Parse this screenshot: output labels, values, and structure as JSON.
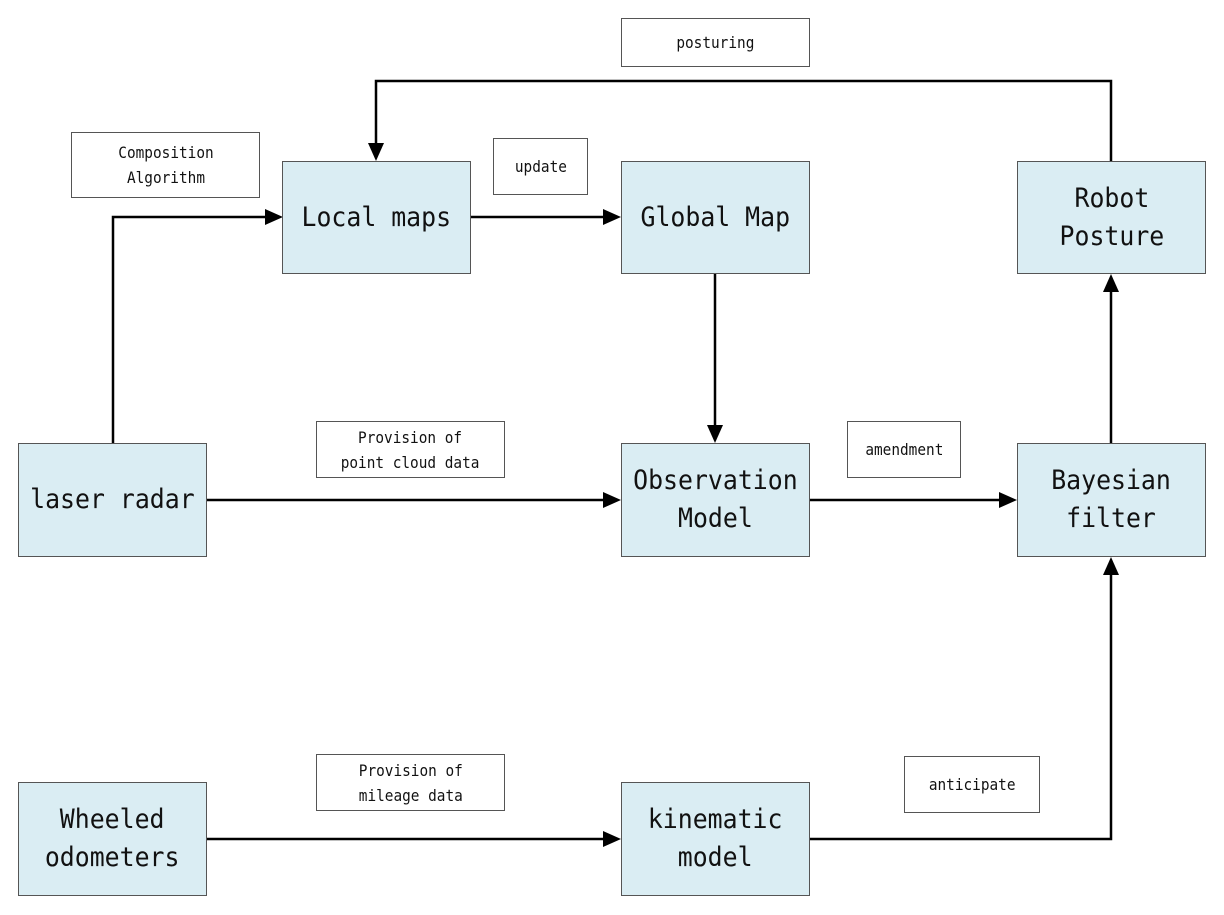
{
  "diagram": {
    "type": "flowchart",
    "colors": {
      "node_fill": "#daedf3",
      "node_border": "#555555",
      "label_fill": "#ffffff",
      "line": "#000000"
    },
    "nodes": {
      "local_maps": "Local maps",
      "global_map": "Global Map",
      "robot_posture": "Robot\nPosture",
      "laser_radar": "laser radar",
      "observation_model": "Observation\nModel",
      "bayesian_filter": "Bayesian\nfilter",
      "wheeled_odometers": "Wheeled\nodometers",
      "kinematic_model": "kinematic\nmodel"
    },
    "labels": {
      "posturing": "posturing",
      "composition_algorithm": "Composition\nAlgorithm",
      "update": "update",
      "point_cloud": "Provision of\npoint cloud data",
      "amendment": "amendment",
      "mileage": "Provision of\nmileage data",
      "anticipate": "anticipate"
    },
    "edges": [
      {
        "from": "laser_radar",
        "to": "local_maps",
        "label": "composition_algorithm"
      },
      {
        "from": "local_maps",
        "to": "global_map",
        "label": "update"
      },
      {
        "from": "global_map",
        "to": "observation_model",
        "label": ""
      },
      {
        "from": "laser_radar",
        "to": "observation_model",
        "label": "point_cloud"
      },
      {
        "from": "observation_model",
        "to": "bayesian_filter",
        "label": "amendment"
      },
      {
        "from": "wheeled_odometers",
        "to": "kinematic_model",
        "label": "mileage"
      },
      {
        "from": "kinematic_model",
        "to": "bayesian_filter",
        "label": "anticipate"
      },
      {
        "from": "bayesian_filter",
        "to": "robot_posture",
        "label": ""
      },
      {
        "from": "robot_posture",
        "to": "local_maps",
        "label": "posturing"
      }
    ]
  }
}
